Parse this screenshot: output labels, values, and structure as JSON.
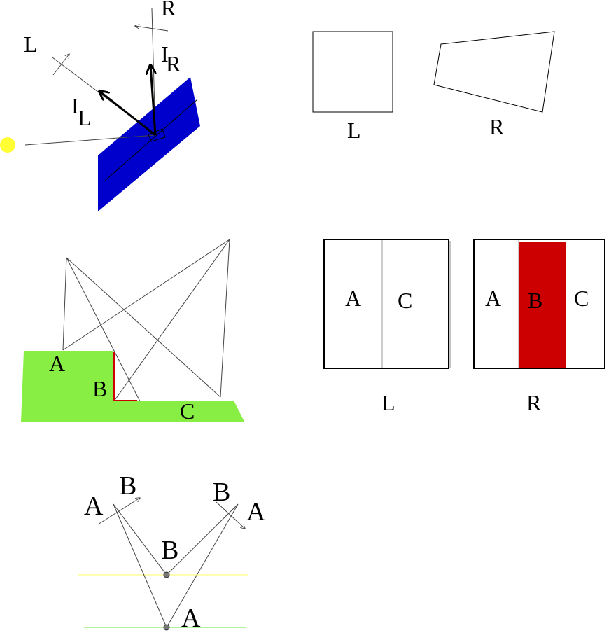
{
  "colors": {
    "plane": "#0000cc",
    "light": "#ffff33",
    "ground": "#88ee44",
    "occluded": "#cc0000",
    "line": "#444444",
    "stroke": "#000000"
  },
  "fig1": {
    "left_label": "L",
    "right_label": "R",
    "il_label_i": "I",
    "il_label_sub": "L",
    "ir_label_i": "I",
    "ir_label_sub": "R"
  },
  "fig2": {
    "left_caption": "L",
    "right_caption": "R"
  },
  "fig3": {
    "label_a": "A",
    "label_b": "B",
    "label_c": "C"
  },
  "fig4": {
    "left_caption": "L",
    "right_caption": "R",
    "left_a": "A",
    "left_c": "C",
    "right_a": "A",
    "right_b": "B",
    "right_c": "C"
  },
  "fig5": {
    "left_a": "A",
    "left_b": "B",
    "right_b": "B",
    "right_a": "A",
    "mid_b": "B",
    "bottom_a": "A"
  }
}
